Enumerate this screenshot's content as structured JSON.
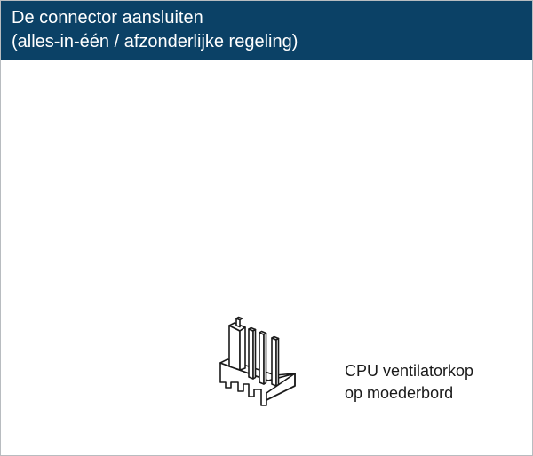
{
  "header": {
    "title_line1": "De connector aansluiten",
    "title_line2": "(alles-in-één / afzonderlijke regeling)",
    "background_color": "#0b4166"
  },
  "diagram": {
    "illustration": "cpu-fan-connector-icon",
    "caption_line1": "CPU ventilatorkop",
    "caption_line2": "op moederbord"
  }
}
